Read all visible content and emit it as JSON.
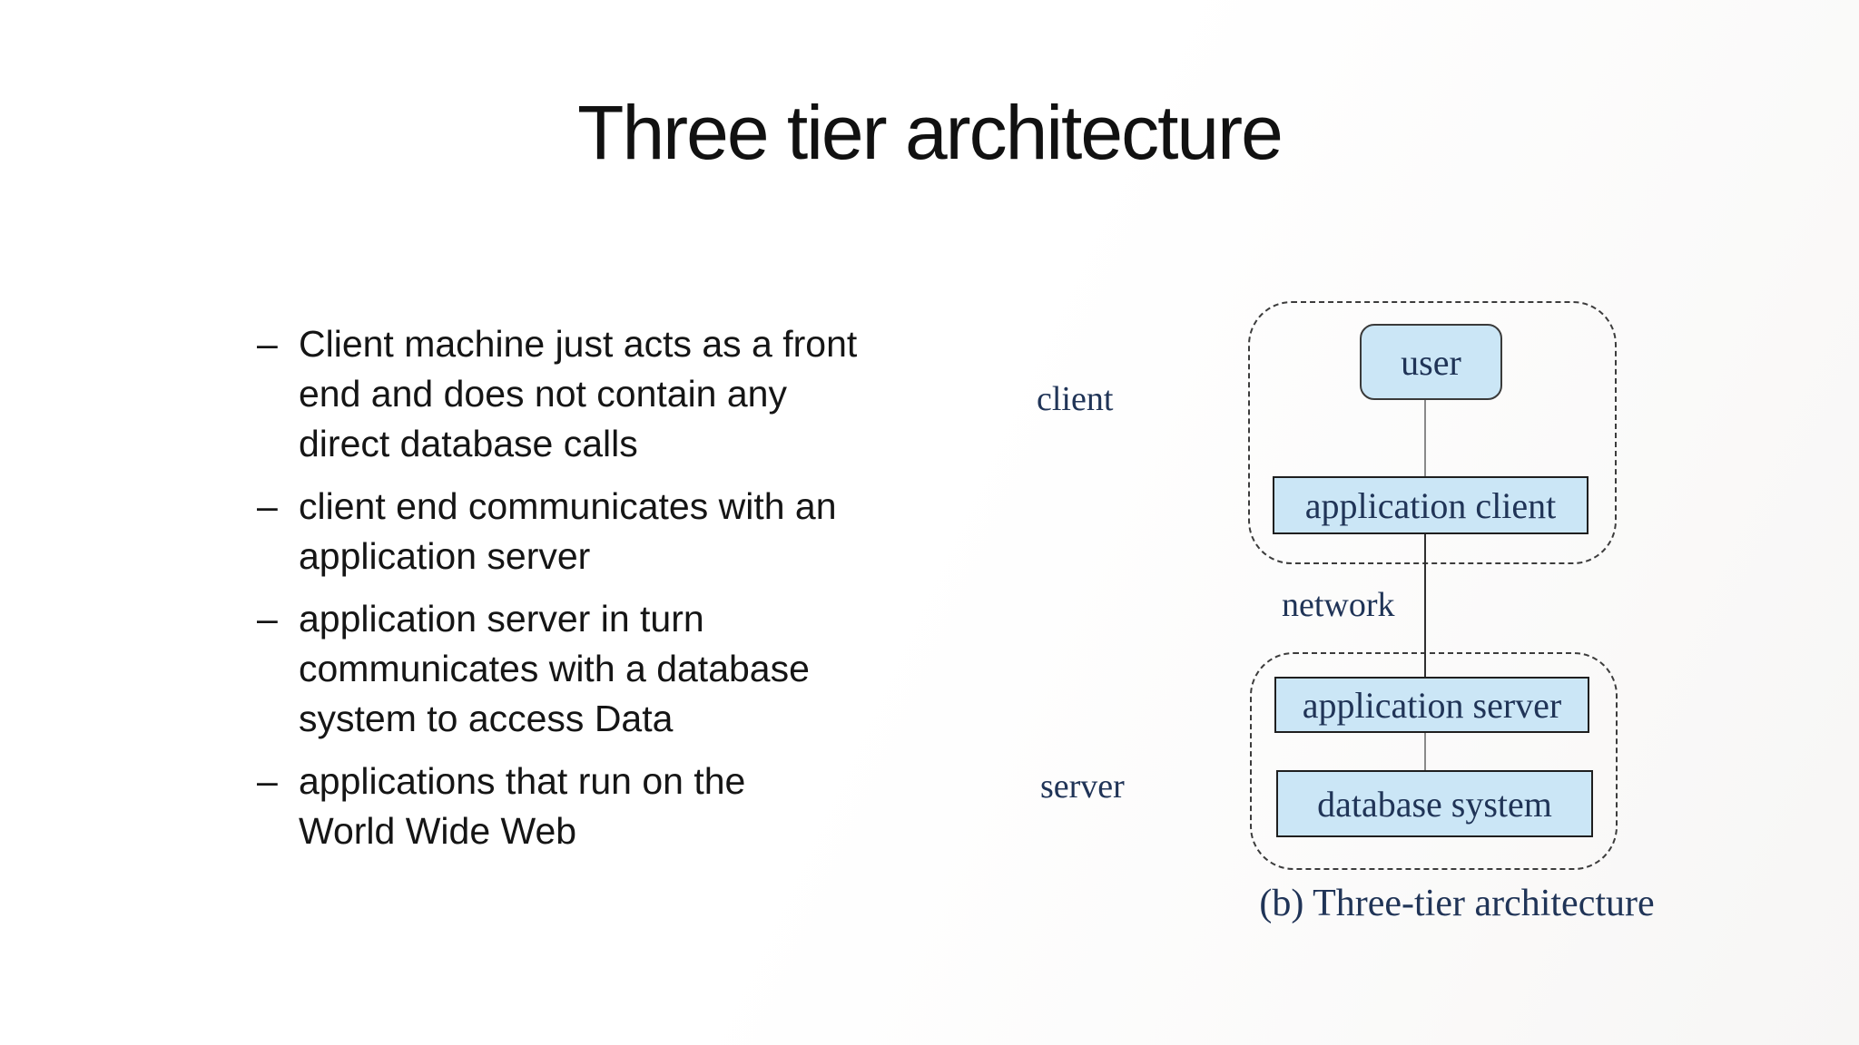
{
  "slide": {
    "title": "Three tier architecture",
    "bullet_marker": "–",
    "bullets": [
      "Client machine just acts as a front\nend and does not contain any\ndirect database calls",
      "client end communicates with an\napplication server",
      "application server in turn\ncommunicates with a database\nsystem to access Data",
      "applications that run on the\nWorld Wide Web"
    ]
  },
  "diagram": {
    "tier_labels": {
      "client": "client",
      "server": "server"
    },
    "network_label": "network",
    "nodes": {
      "user": "user",
      "application_client": "application client",
      "application_server": "application server",
      "database_system": "database system"
    },
    "caption": "(b) Three-tier architecture",
    "colors": {
      "node_fill": "#cbe6f6",
      "node_border": "#1f1f1f",
      "diagram_text": "#203457",
      "connector_gray": "#8a8a8a",
      "connector_dark": "#303030"
    }
  }
}
